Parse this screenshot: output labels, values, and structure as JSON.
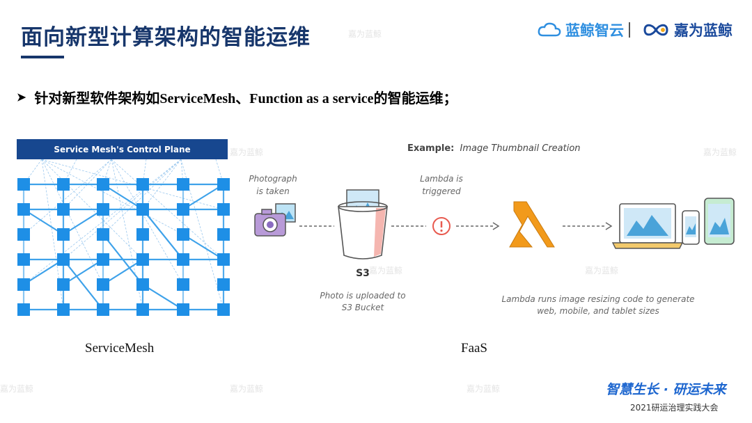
{
  "slide": {
    "title": "面向新型计算架构的智能运维",
    "bullet": "针对新型软件架构如ServiceMesh、Function as a service的智能运维；"
  },
  "logos": {
    "left": "蓝鲸智云",
    "right": "嘉为蓝鲸"
  },
  "watermark": "嘉为蓝鲸",
  "mesh": {
    "header": "Service Mesh's Control Plane",
    "caption": "ServiceMesh",
    "node_color": "#1e8fe6",
    "header_color": "#17478f"
  },
  "faas": {
    "caption": "FaaS",
    "example_prefix": "Example:",
    "example_title": "Image Thumbnail Creation",
    "photo_label": [
      "Photograph",
      "is taken"
    ],
    "s3_label": "S3",
    "upload_label": [
      "Photo is uploaded to",
      "S3 Bucket"
    ],
    "trigger_label": [
      "Lambda is",
      "triggered"
    ],
    "resize_label": [
      "Lambda runs image resizing code to generate",
      "web, mobile, and tablet sizes"
    ],
    "lambda_color": "#f29a1b",
    "alert_color": "#e85a4f"
  },
  "footer": {
    "slogan": "智慧生长 · 研运未来",
    "subslogan": "2021研运治理实践大会"
  }
}
